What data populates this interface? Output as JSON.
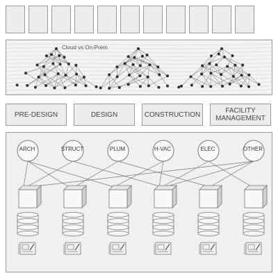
{
  "top_row": {
    "count": 11
  },
  "cloud_panel": {
    "title": "Cloud vs On-Prem"
  },
  "phases": [
    {
      "label": "PRE-DESIGN"
    },
    {
      "label": "DESIGN"
    },
    {
      "label": "CONSTRUCTION"
    },
    {
      "label": "FACILITY MANAGEMENT"
    }
  ],
  "disciplines": [
    {
      "label": "ARCH"
    },
    {
      "label": "STRUCT"
    },
    {
      "label": "PLUM"
    },
    {
      "label": "H-VAC"
    },
    {
      "label": "ELEC"
    },
    {
      "label": "OTHER"
    }
  ],
  "colors": {
    "border": "#9a9a9a",
    "panel": "#ececec",
    "text": "#444444"
  }
}
